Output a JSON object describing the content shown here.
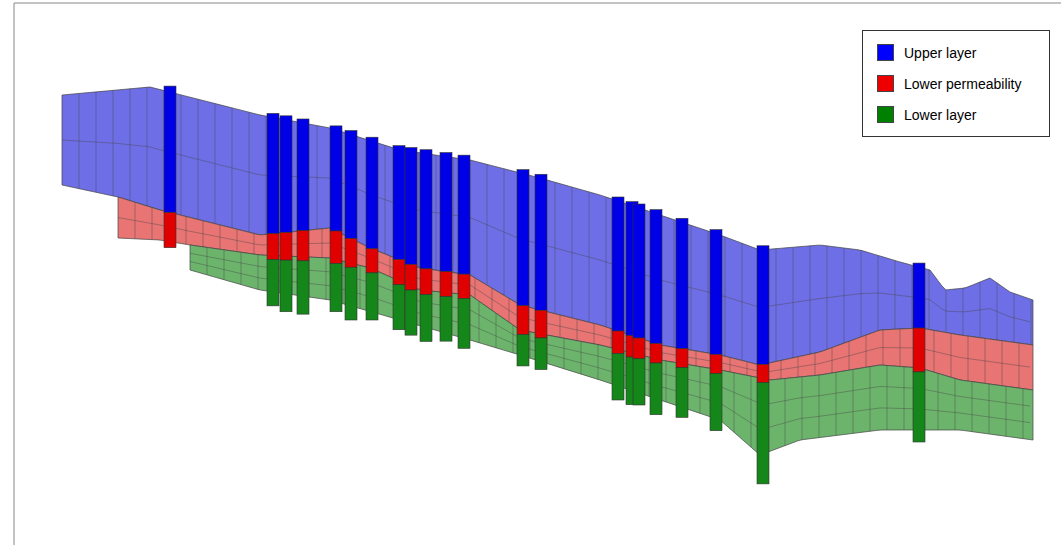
{
  "diagram": {
    "legend": [
      {
        "text": "Upper layer",
        "color": "#0000ff"
      },
      {
        "text": "Lower permeability",
        "color": "#ee0000"
      },
      {
        "text": "Lower layer",
        "color": "#008000"
      }
    ]
  }
}
